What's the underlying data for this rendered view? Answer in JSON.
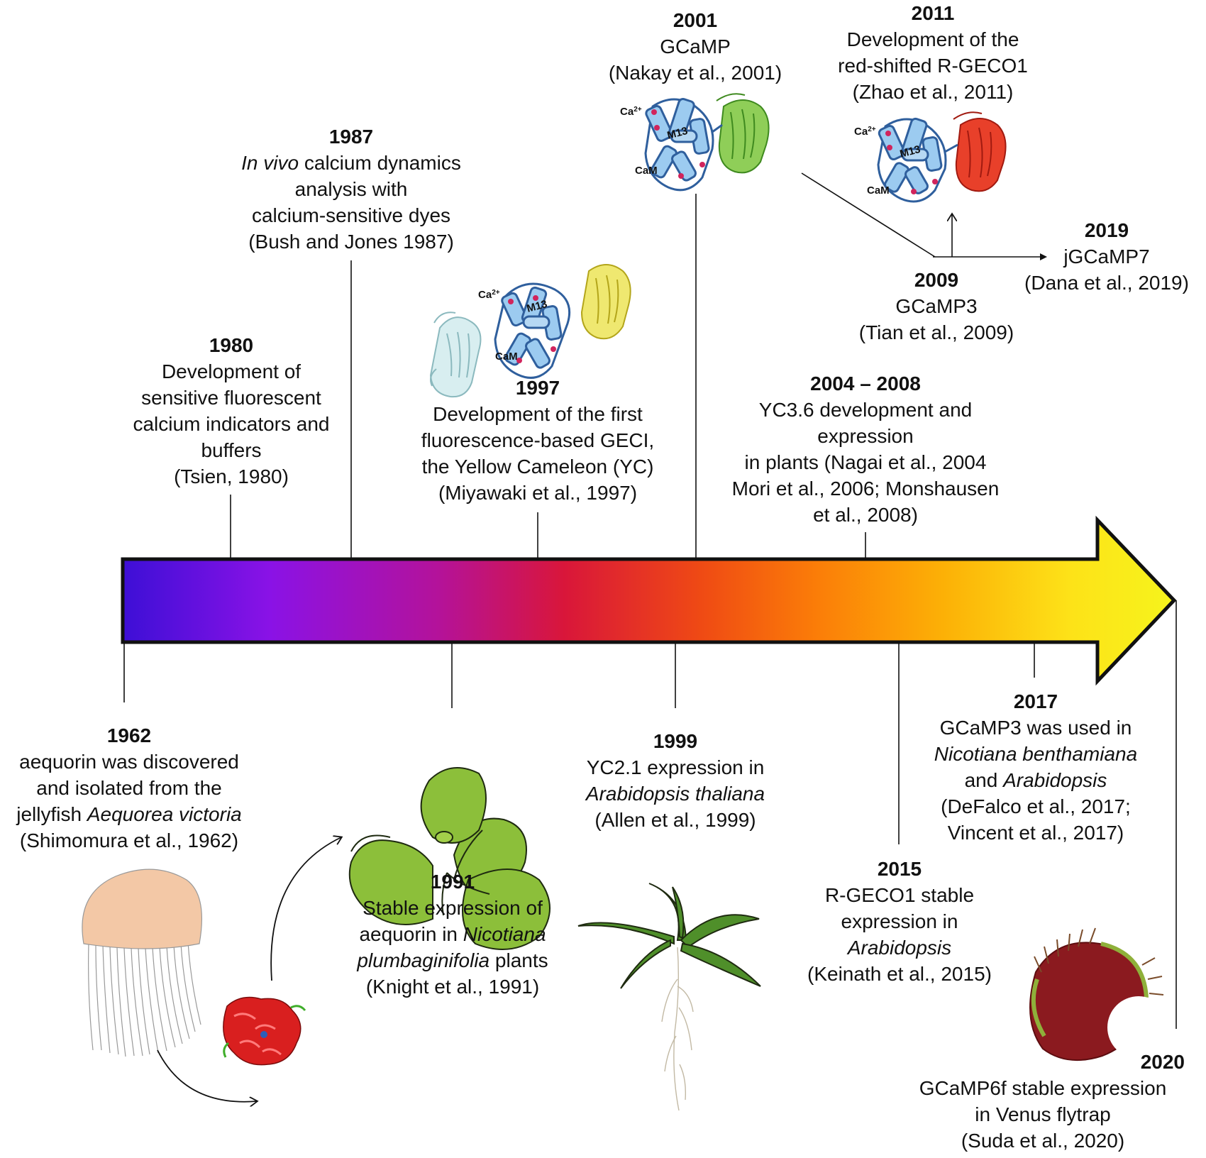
{
  "colors": {
    "arrow_gradient": [
      "#3d0fd6",
      "#8a12e6",
      "#b4129a",
      "#d9163a",
      "#ef4a14",
      "#fb7d08",
      "#fcb006",
      "#fde218",
      "#f6f41c"
    ],
    "arrow_outline": "#111111",
    "cam_blue": "#9ccbf0",
    "cam_outline": "#2f5f9d",
    "gfp_green": "#6fb43b",
    "rfp_red": "#e8402a",
    "cfp_cyan": "#a7d3d8",
    "yfp_yellow": "#e6dc3a",
    "leaf_green": "#8cbf3a",
    "flytrap_red": "#8b1a1f",
    "jellyfish_bell": "#f3c8a6"
  },
  "events": {
    "e1962": {
      "year": "1962",
      "l1": "aequorin was discovered",
      "l2": "and isolated from the",
      "l3a": "jellyfish ",
      "l3b": "Aequorea victoria",
      "l4": "(Shimomura et al., 1962)"
    },
    "e1980": {
      "year": "1980",
      "l1": "Development of",
      "l2": "sensitive fluorescent",
      "l3": "calcium indicators and",
      "l4": "buffers",
      "l5": "(Tsien, 1980)"
    },
    "e1987": {
      "year": "1987",
      "l1a": "In vivo",
      "l1b": " calcium dynamics",
      "l2": "analysis with",
      "l3": "calcium-sensitive dyes",
      "l4": "(Bush and Jones 1987)"
    },
    "e1991": {
      "year": "1991",
      "l1": "Stable expression of",
      "l2a": "aequorin in ",
      "l2b": "Nicotiana",
      "l3a": "plumbaginifolia",
      "l3b": " plants",
      "l4": "(Knight et al., 1991)"
    },
    "e1997": {
      "year": "1997",
      "l1": "Development of the first",
      "l2": "fluorescence-based GECI,",
      "l3": "the Yellow Cameleon (YC)",
      "l4": "(Miyawaki et al., 1997)"
    },
    "e1999": {
      "year": "1999",
      "l1": "YC2.1 expression in",
      "l2": "Arabidopsis thaliana",
      "l3": "(Allen et al., 1999)"
    },
    "e2001": {
      "year": "2001",
      "l1": "GCaMP",
      "l2": "(Nakay et al., 2001)"
    },
    "e2004": {
      "year": "2004 – 2008",
      "l1": "YC3.6 development and",
      "l2": "expression",
      "l3": "in plants (Nagai et al., 2004",
      "l4": "Mori et al., 2006; Monshausen",
      "l5": "et al., 2008)"
    },
    "e2009": {
      "year": "2009",
      "l1": "GCaMP3",
      "l2": "(Tian et al., 2009)"
    },
    "e2011": {
      "year": "2011",
      "l1": "Development of the",
      "l2": "red-shifted R-GECO1",
      "l3": "(Zhao et al., 2011)"
    },
    "e2015": {
      "year": "2015",
      "l1": "R-GECO1 stable",
      "l2": "expression in",
      "l3": "Arabidopsis",
      "l4": "(Keinath et al., 2015)"
    },
    "e2017": {
      "year": "2017",
      "l1": "GCaMP3 was used in",
      "l2": "Nicotiana benthamiana",
      "l3a": "and ",
      "l3b": "Arabidopsis",
      "l4": "(DeFalco et al., 2017;",
      "l5": "Vincent et al., 2017)"
    },
    "e2019": {
      "year": "2019",
      "l1": "jGCaMP7",
      "l2": "(Dana et al., 2019)"
    },
    "e2020": {
      "year": "2020",
      "l1": "GCaMP6f stable expression",
      "l2": "in Venus flytrap",
      "l3": "(Suda et al., 2020)"
    }
  },
  "molecule_labels": {
    "ca": "Ca",
    "ca_sup": "2+",
    "m13": "M13",
    "cam": "CaM"
  }
}
